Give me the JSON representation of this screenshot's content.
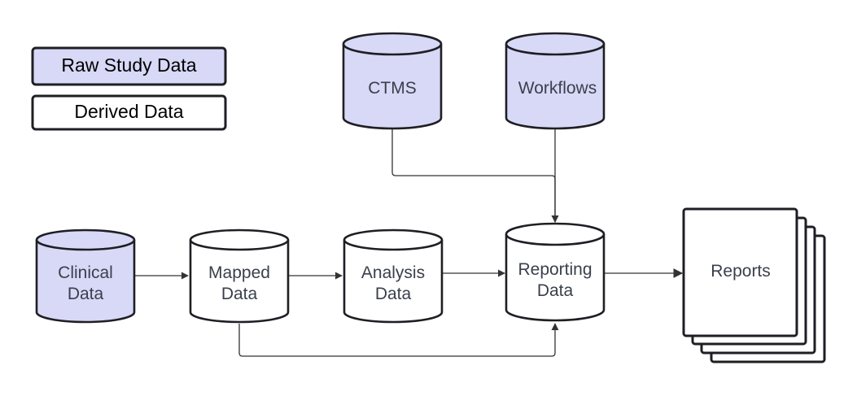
{
  "legend": {
    "raw_label": "Raw Study Data",
    "derived_label": "Derived Data",
    "raw_color": "#d8d8f7",
    "derived_color": "#ffffff"
  },
  "nodes": {
    "ctms": {
      "label": "CTMS",
      "kind": "raw"
    },
    "workflows": {
      "label": "Workflows",
      "kind": "raw"
    },
    "clinical": {
      "line1": "Clinical",
      "line2": "Data",
      "kind": "raw"
    },
    "mapped": {
      "line1": "Mapped",
      "line2": "Data",
      "kind": "derived"
    },
    "analysis": {
      "line1": "Analysis",
      "line2": "Data",
      "kind": "derived"
    },
    "reporting": {
      "line1": "Reporting",
      "line2": "Data",
      "kind": "derived"
    },
    "reports": {
      "label": "Reports",
      "kind": "document-stack"
    }
  },
  "edges": [
    {
      "from": "clinical",
      "to": "mapped"
    },
    {
      "from": "mapped",
      "to": "analysis"
    },
    {
      "from": "analysis",
      "to": "reporting"
    },
    {
      "from": "reporting",
      "to": "reports"
    },
    {
      "from": "ctms",
      "to": "reporting"
    },
    {
      "from": "workflows",
      "to": "reporting"
    },
    {
      "from": "mapped",
      "to": "reporting"
    }
  ],
  "colors": {
    "stroke": "#1e1e24",
    "text": "#3a3f4b",
    "raw_fill": "#d8d8f7",
    "derived_fill": "#ffffff"
  }
}
